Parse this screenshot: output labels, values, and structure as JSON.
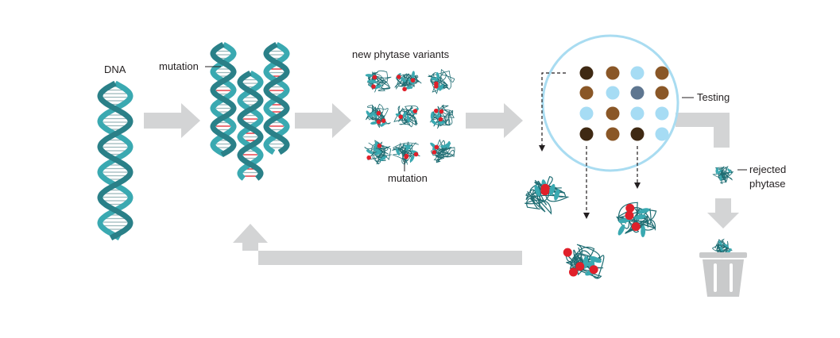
{
  "labels": {
    "dna": "DNA",
    "mutation_top": "mutation",
    "variants": "new phytase variants",
    "mutation_bottom": "mutation",
    "testing": "Testing",
    "rejected_line1": "rejected",
    "rejected_line2": "phytase"
  },
  "colors": {
    "helix": "#3aa9b1",
    "helix_dark": "#2a8088",
    "mutation_red": "#e0202a",
    "arrow_gray": "#d3d4d5",
    "circle": "#a9dcf1",
    "dot_dark": "#3f2913",
    "dot_brown": "#8a5727",
    "dot_light": "#a6dcf4",
    "dot_slate": "#5e7690"
  },
  "test_grid": [
    [
      "dark",
      "brown",
      "light",
      "brown"
    ],
    [
      "brown",
      "light",
      "slate",
      "brown"
    ],
    [
      "light",
      "brown",
      "light",
      "light"
    ],
    [
      "dark",
      "brown",
      "dark",
      "light"
    ]
  ]
}
